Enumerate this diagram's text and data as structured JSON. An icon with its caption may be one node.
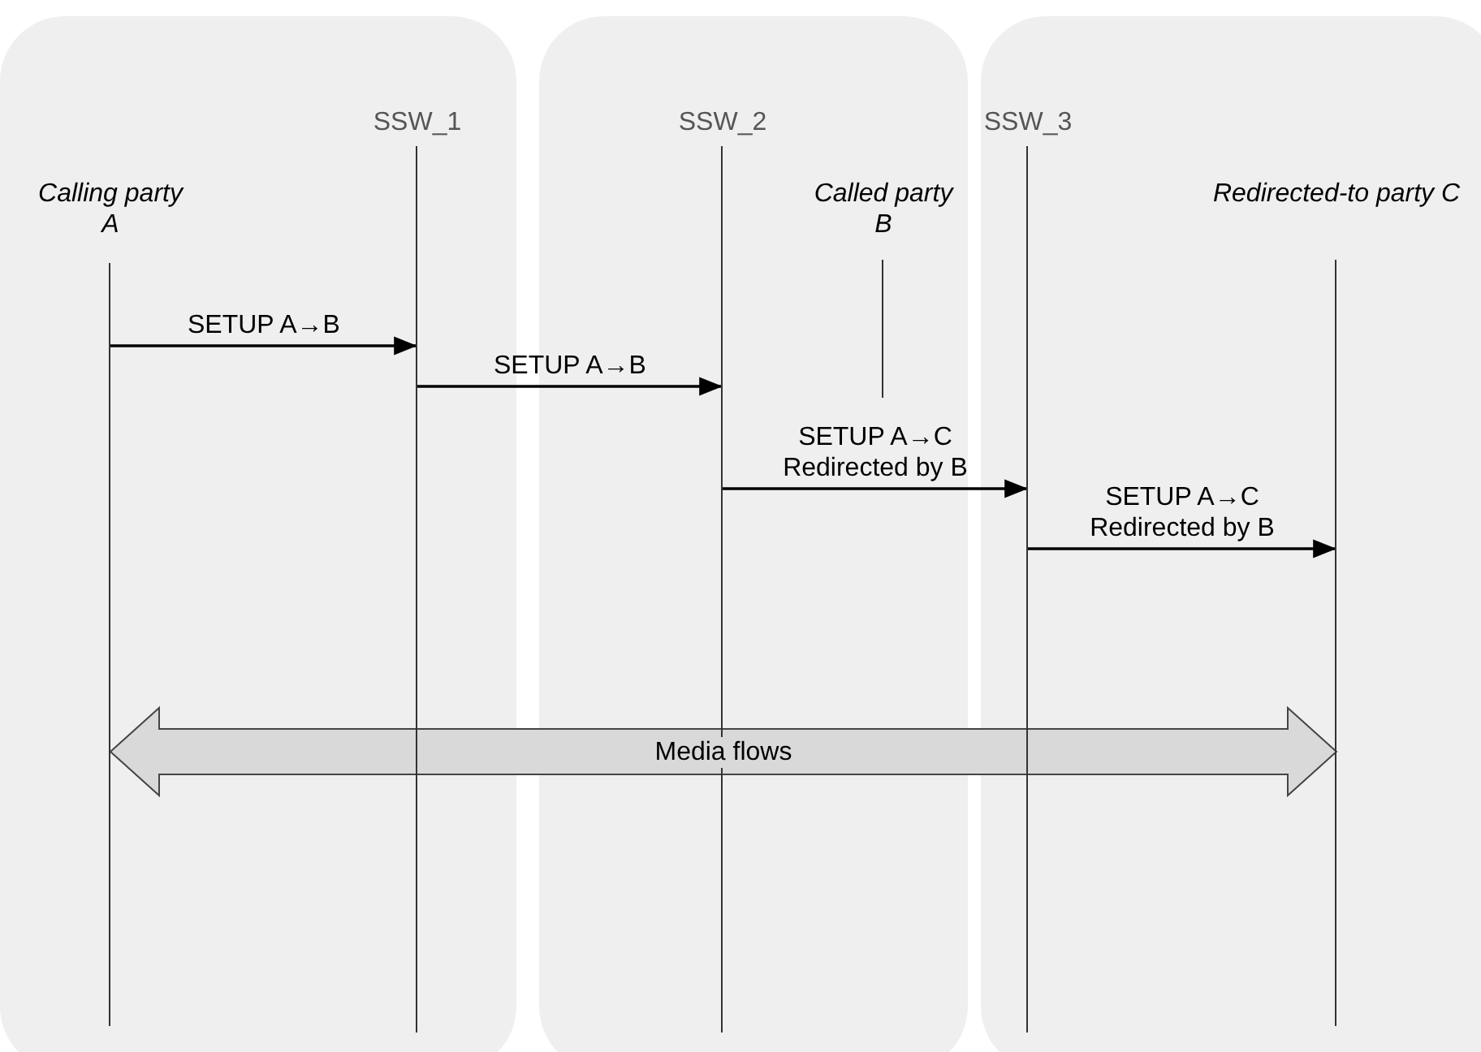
{
  "diagram": {
    "nodes": [
      {
        "text": [],
        "shape": "box"
      },
      {
        "text": [
          "Calling party A"
        ],
        "in": 0
      },
      {
        "text": [
          "SSW_1"
        ],
        "in": 0
      },
      {
        "text": [],
        "shape": "box"
      },
      {
        "text": [
          "SSW_2"
        ],
        "in": 3
      },
      {
        "text": [
          "Called party B"
        ],
        "in": 3
      },
      {
        "text": [],
        "shape": "box"
      },
      {
        "text": [
          "SSW_3"
        ],
        "in": 6
      },
      {
        "text": [
          "Redirected-to party C"
        ],
        "in": 6
      }
    ],
    "edges": [
      {
        "from": 1,
        "to": 2,
        "arrow": "to",
        "label": "SETUP A→B"
      },
      {
        "from": 2,
        "to": 4,
        "arrow": "to",
        "label": "SETUP A→B"
      },
      {
        "from": 4,
        "to": 7,
        "arrow": "to",
        "label": "SETUP A→C Redirected by B"
      },
      {
        "from": 7,
        "to": 8,
        "arrow": "to",
        "label": "SETUP A→C Redirected by B"
      },
      {
        "from": 1,
        "to": 8,
        "arrow": "both",
        "label": "Media flows",
        "style": "thick"
      }
    ]
  }
}
